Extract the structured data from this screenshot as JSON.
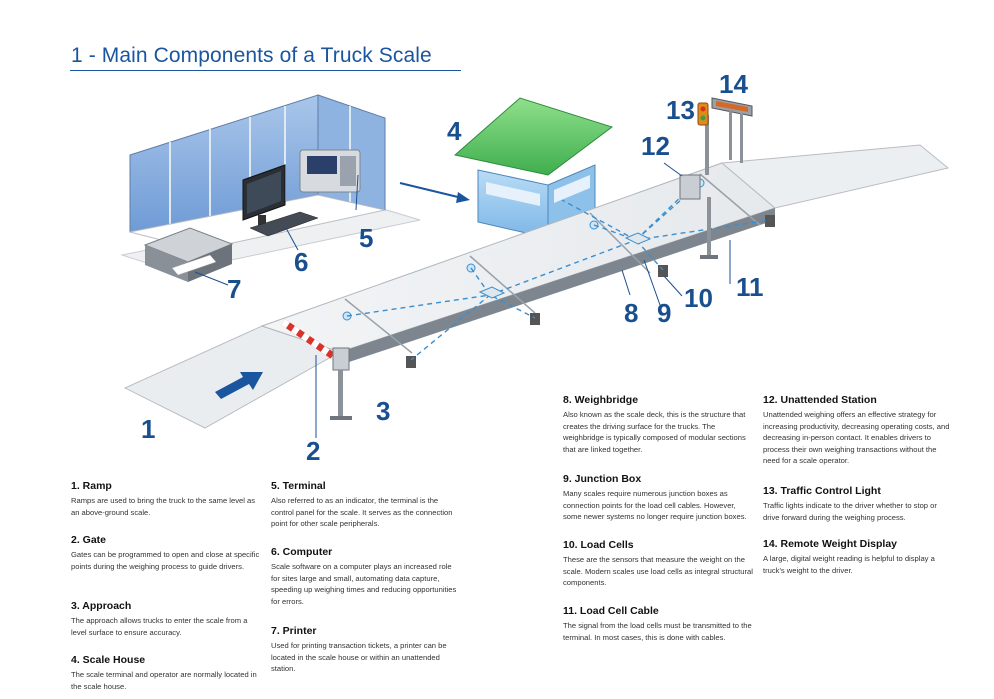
{
  "title": "1 - Main Components of a Truck Scale",
  "callouts": [
    "1",
    "2",
    "3",
    "4",
    "5",
    "6",
    "7",
    "8",
    "9",
    "10",
    "11",
    "12",
    "13",
    "14"
  ],
  "components": [
    {
      "heading": "1. Ramp",
      "text": "Ramps are used to bring the truck to the same level as an above-ground scale."
    },
    {
      "heading": "2. Gate",
      "text": "Gates can be programmed to open and close at specific points during the weighing process to guide drivers."
    },
    {
      "heading": "3. Approach",
      "text": "The approach allows trucks to enter the scale from a level surface to ensure accuracy."
    },
    {
      "heading": "4. Scale House",
      "text": "The scale terminal and operator are normally located in the scale house."
    },
    {
      "heading": "5. Terminal",
      "text": "Also referred to as an indicator, the terminal is the control panel for the scale. It serves as the connection point for other scale peripherals."
    },
    {
      "heading": "6. Computer",
      "text": "Scale software on a computer plays an increased role for sites large and small, automating data capture, speeding up weighing times and reducing opportunities for errors."
    },
    {
      "heading": "7. Printer",
      "text": "Used for printing transaction tickets, a printer can be located in the scale house or within an unattended station."
    },
    {
      "heading": "8. Weighbridge",
      "text": "Also known as the scale deck, this is the structure that creates the driving surface for the trucks. The weighbridge is typically composed of modular sections that are linked together."
    },
    {
      "heading": "9. Junction Box",
      "text": "Many scales require numerous junction boxes as connection points for the load cell cables. However, some newer systems no longer require junction boxes."
    },
    {
      "heading": "10. Load Cells",
      "text": "These are the sensors that measure the weight on the scale. Modern scales use load cells as integral structural components."
    },
    {
      "heading": "11. Load Cell Cable",
      "text": "The signal from the load cells must be transmitted to the terminal. In most cases, this is done with cables."
    },
    {
      "heading": "12. Unattended Station",
      "text": "Unattended weighing offers an effective strategy for increasing productivity, decreasing operating costs, and decreasing in-person contact. It enables drivers to process their own weighing transactions without the need for a scale operator."
    },
    {
      "heading": "13. Traffic Control Light",
      "text": "Traffic lights indicate to the driver whether to stop or drive forward during the weighing process."
    },
    {
      "heading": "14. Remote Weight Display",
      "text": "A large, digital weight reading is helpful to display a truck's weight to the driver."
    }
  ],
  "colors": {
    "accent": "#1a56a0",
    "callout": "#1a4f8f",
    "cable": "#3a8fd0",
    "roof": "#5cc26a",
    "house": "#9cc9ee"
  }
}
